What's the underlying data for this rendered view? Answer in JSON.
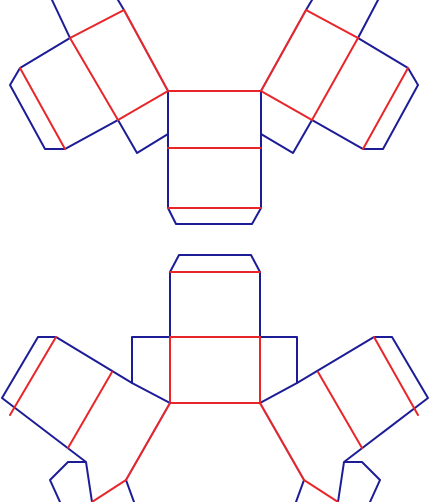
{
  "diagram": {
    "type": "packaging-dieline",
    "colors": {
      "background": "#ffffff",
      "cut_lines": "#1c1c96",
      "fold_lines": "#e8262a"
    },
    "nets": [
      {
        "name": "upper-box-net",
        "panels": 4,
        "side_flaps": 3,
        "dust_flaps": 2
      },
      {
        "name": "lower-box-net",
        "panels": 4,
        "side_flaps": 3,
        "dust_flaps": 2
      }
    ]
  }
}
